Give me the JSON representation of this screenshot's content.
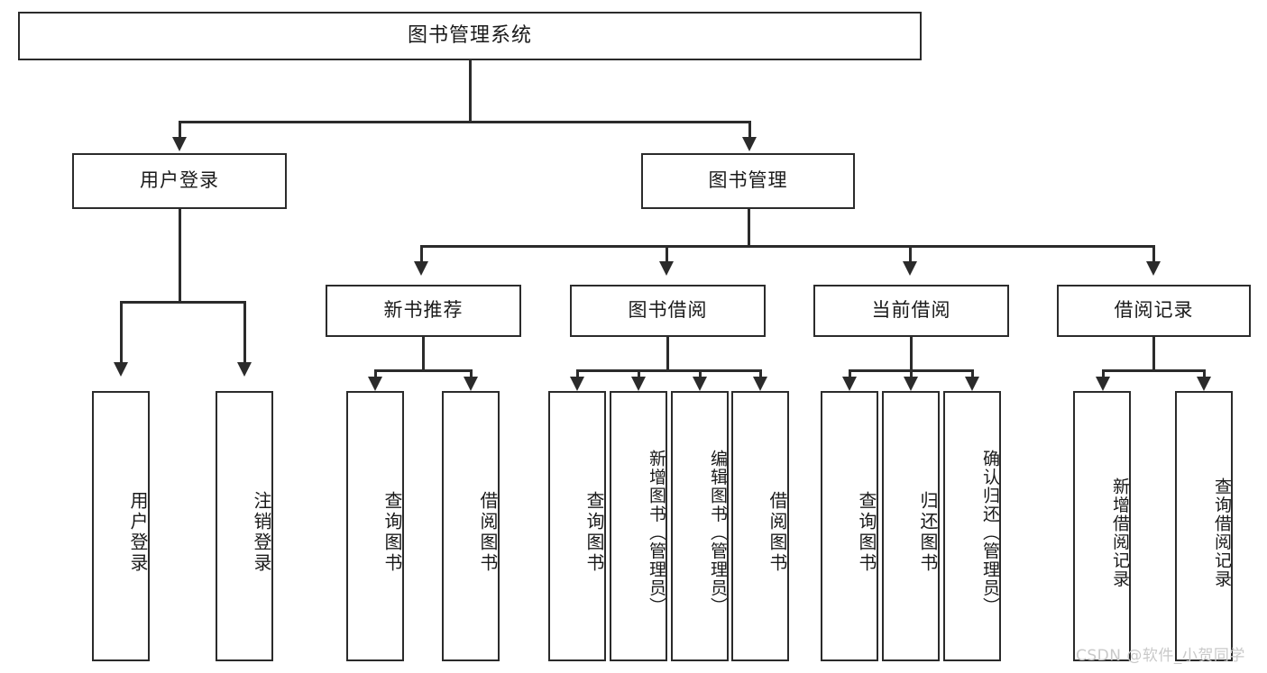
{
  "diagram": {
    "title": "图书管理系统",
    "type": "hierarchy-tree",
    "levels": 4,
    "root": {
      "label": "图书管理系统"
    },
    "level2": [
      {
        "label": "用户登录"
      },
      {
        "label": "图书管理"
      }
    ],
    "level3": [
      {
        "label": "新书推荐"
      },
      {
        "label": "图书借阅"
      },
      {
        "label": "当前借阅"
      },
      {
        "label": "借阅记录"
      }
    ],
    "leaves_user_login": [
      {
        "label": "用户登录"
      },
      {
        "label": "注销登录"
      }
    ],
    "leaves_new_book": [
      {
        "label": "查询图书"
      },
      {
        "label": "借阅图书"
      }
    ],
    "leaves_borrow": [
      {
        "label": "查询图书"
      },
      {
        "label": "新增图书（管理员）"
      },
      {
        "label": "编辑图书（管理员）"
      },
      {
        "label": "借阅图书"
      }
    ],
    "leaves_current": [
      {
        "label": "查询图书"
      },
      {
        "label": "归还图书"
      },
      {
        "label": "确认归还（管理员）"
      }
    ],
    "leaves_record": [
      {
        "label": "新增借阅记录"
      },
      {
        "label": "查询借阅记录"
      }
    ]
  },
  "watermark": {
    "text": "CSDN @软件_小贺同学"
  },
  "colors": {
    "stroke": "#2b2b2b",
    "fill": "#ffffff",
    "text": "#1a1a1a",
    "watermark": "#c9c9c9"
  }
}
